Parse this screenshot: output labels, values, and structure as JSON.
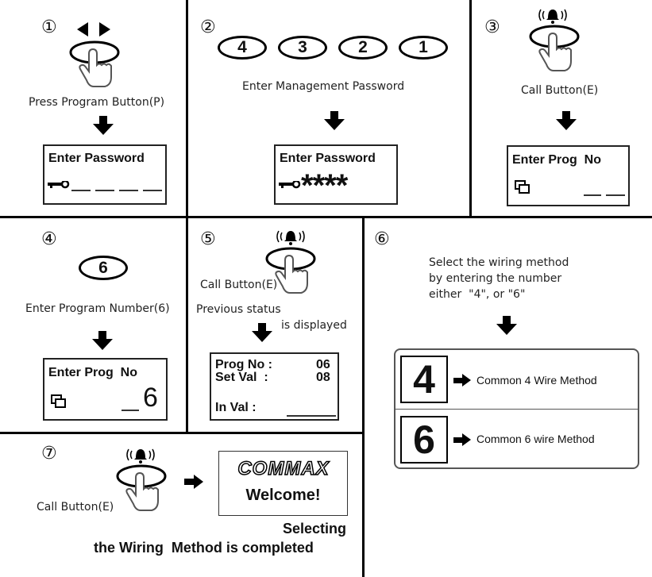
{
  "steps": {
    "s1": {
      "num": "①",
      "caption": "Press Program Button(P)",
      "lcd_title": "Enter Password"
    },
    "s2": {
      "num": "②",
      "digits": [
        "4",
        "3",
        "2",
        "1"
      ],
      "caption": "Enter Management Password",
      "lcd_title": "Enter Password",
      "lcd_stars": "****"
    },
    "s3": {
      "num": "③",
      "caption": "Call Button(E)",
      "lcd_title": "Enter Prog  No"
    },
    "s4": {
      "num": "④",
      "digit": "6",
      "caption": "Enter Program Number(6)",
      "lcd_title": "Enter Prog  No",
      "lcd_value": "6"
    },
    "s5": {
      "num": "⑤",
      "caption_call": "Call Button(E)",
      "caption_prev1": "Previous status",
      "caption_prev2": "is displayed",
      "lcd_row1_label": "Prog No :",
      "lcd_row1_value": "06",
      "lcd_row2_label": "Set Val  :",
      "lcd_row2_value": "08",
      "lcd_row3_label": "In Val :"
    },
    "s6": {
      "num": "⑥",
      "instr1": "Select the wiring method",
      "instr2": "by entering the number",
      "instr3": "either  \"4\", or \"6\"",
      "options": [
        {
          "key": "4",
          "label": "Common 4 Wire Method"
        },
        {
          "key": "6",
          "label": "Common 6 wire Method"
        }
      ]
    },
    "s7": {
      "num": "⑦",
      "caption": "Call Button(E)",
      "brand": "COMMAX",
      "welcome": "Welcome!",
      "done1": "Selecting",
      "done2": "the Wiring  Method is completed"
    }
  }
}
